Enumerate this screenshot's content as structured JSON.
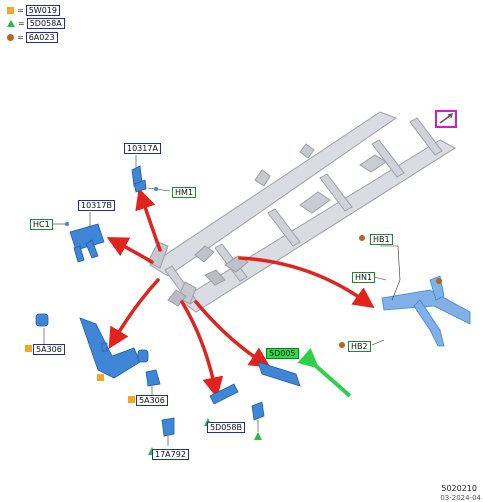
{
  "legend": [
    {
      "symbol": "orange-square",
      "equals": "=",
      "code": "5W019",
      "color": "#f5a623"
    },
    {
      "symbol": "green-triangle",
      "equals": "=",
      "code": "5D058A",
      "color": "#2db84d"
    },
    {
      "symbol": "brown-circle",
      "equals": "=",
      "code": "6A023",
      "color": "#b5651d"
    }
  ],
  "callouts": {
    "c10317a": "10317A",
    "hm1": "HM1",
    "c10317b": "10317B",
    "hc1": "HC1",
    "hb1": "HB1",
    "hn1": "HN1",
    "hb2": "HB2",
    "c5a306_left": "5A306",
    "c5a306_bottom": "5A306",
    "c5d005": "5D005",
    "c5d058b": "5D058B",
    "c17a792": "17A792"
  },
  "footer": {
    "doc_number": "5020210",
    "date": "03-2024-04"
  },
  "colors": {
    "arrow": "#e0231c",
    "pointer": "#2ed04b",
    "part_fill": "#3f86d6",
    "frame": "#c9ccd1",
    "callout_border": "#1d2fa8",
    "highlight": "#29e04a"
  }
}
